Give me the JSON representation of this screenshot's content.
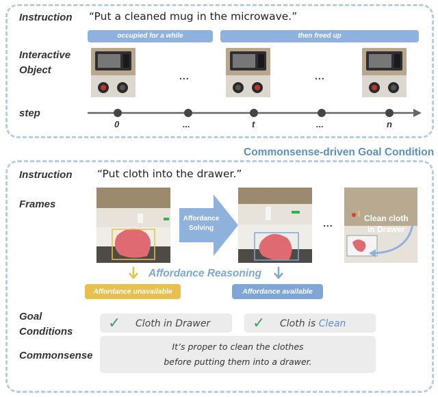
{
  "top": {
    "instruction_label": "Instruction",
    "instruction_text": "“Put a cleaned mug in the microwave.”",
    "object_label_line1": "Interactive",
    "object_label_line2": "Object",
    "step_label": "step",
    "bar_occupied": "occupied for a while",
    "bar_freed": "then freed up",
    "ellipsis": "...",
    "ticks": [
      "0",
      "...",
      "t",
      "...",
      "n"
    ]
  },
  "section_title": "Commonsense-driven Goal Condition",
  "bottom": {
    "instruction_label": "Instruction",
    "instruction_text": "“Put cloth into the drawer.”",
    "frames_label": "Frames",
    "arrow_text_line1": "Affordance",
    "arrow_text_line2": "Solving",
    "ellipsis": "...",
    "clean_text_line1": "Clean cloth",
    "clean_text_line2": "in Drawer",
    "reasoning_label": "Affordance Reasoning",
    "badge_unavailable": "Affordance unavailable",
    "badge_available": "Affordance available",
    "goal_label_line1": "Goal",
    "goal_label_line2": "Conditions",
    "cond1": "Cloth in Drawer",
    "cond2_prefix": "Cloth is ",
    "cond2_highlight": "Clean",
    "common_label": "Commonsense",
    "common_line1": "It’s proper to clean the clothes",
    "common_line2": "before putting them into a drawer."
  },
  "colors": {
    "border_dashed": "#b7cde3",
    "bar_blue": "#8fb2dc",
    "title_blue": "#5b8fc7",
    "reasoning_blue": "#7ea7d8",
    "badge_yellow": "#e9bf4e",
    "badge_blue": "#7ea6d9",
    "check_green": "#3aa36b",
    "cloth_pink": "#e06a72"
  },
  "icons": [
    "microwave-image",
    "kitchen-frame-image",
    "check-icon",
    "arrow-down-icon",
    "arrow-right-icon"
  ]
}
